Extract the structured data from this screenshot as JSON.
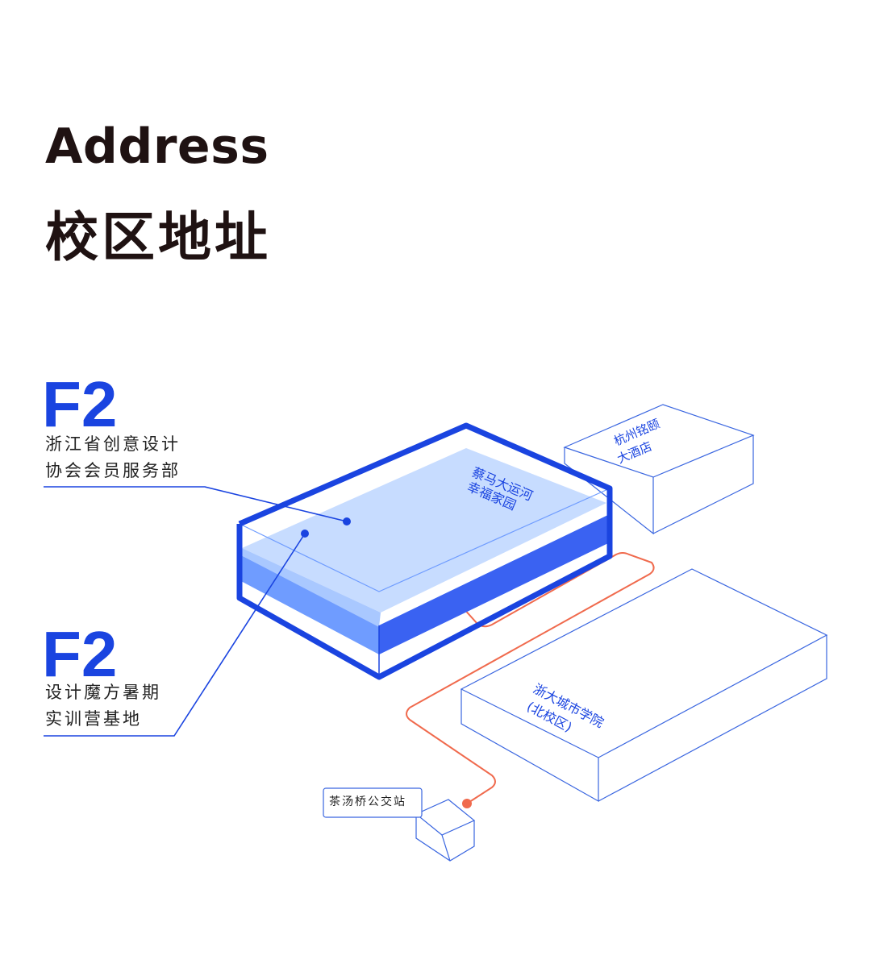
{
  "heading": {
    "title_en": "Address",
    "title_cn": "校区地址"
  },
  "callouts": [
    {
      "floor": "F2",
      "lines": [
        "浙江省创意设计",
        "协会会员服务部"
      ]
    },
    {
      "floor": "F2",
      "lines": [
        "设计魔方暑期",
        "实训营基地"
      ]
    }
  ],
  "buildings": {
    "main": [
      "蔡马大运河",
      "幸福家园"
    ],
    "hotel": [
      "杭州铭颐",
      "大酒店"
    ],
    "college": [
      "浙大城市学院",
      "(北校区)"
    ]
  },
  "bus_stop": {
    "name": "茶汤桥公交站"
  },
  "colors": {
    "title": "#1f1212",
    "accent_blue": "#1a44e0",
    "light_blue": "#c7dcff",
    "mid_blue": "#6f9cff",
    "route": "#f06a4d",
    "outline": "#3a66e0"
  }
}
